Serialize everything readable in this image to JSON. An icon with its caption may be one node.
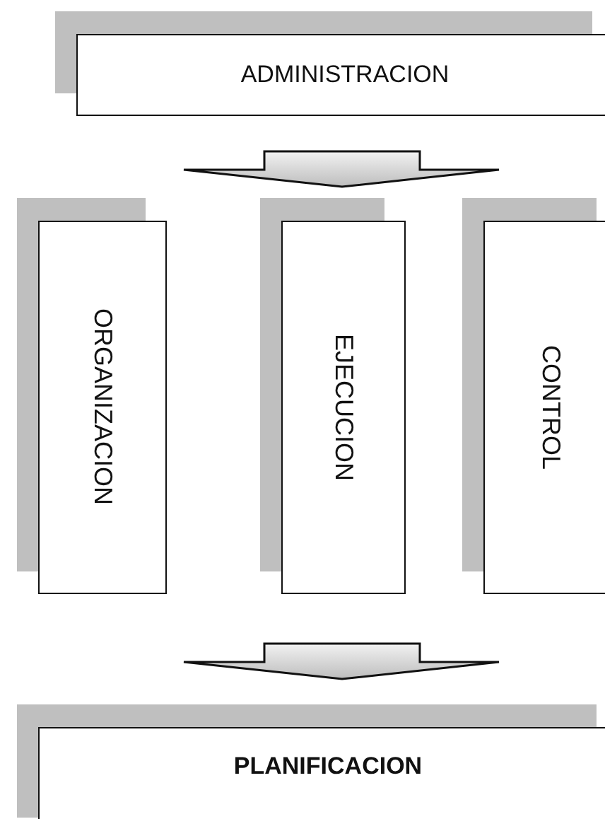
{
  "diagram": {
    "nodes": [
      {
        "text": [
          "ADMINISTRACION"
        ]
      },
      {
        "text": [
          "ORGANIZACION"
        ]
      },
      {
        "text": [
          "EJECUCION"
        ]
      },
      {
        "text": [
          "CONTROL"
        ]
      },
      {
        "text": [
          "PLANIFICACION"
        ]
      }
    ],
    "edges": [
      {
        "from": 0,
        "to": 2,
        "arrow": "to"
      },
      {
        "from": 2,
        "to": 4,
        "arrow": "to"
      }
    ]
  }
}
